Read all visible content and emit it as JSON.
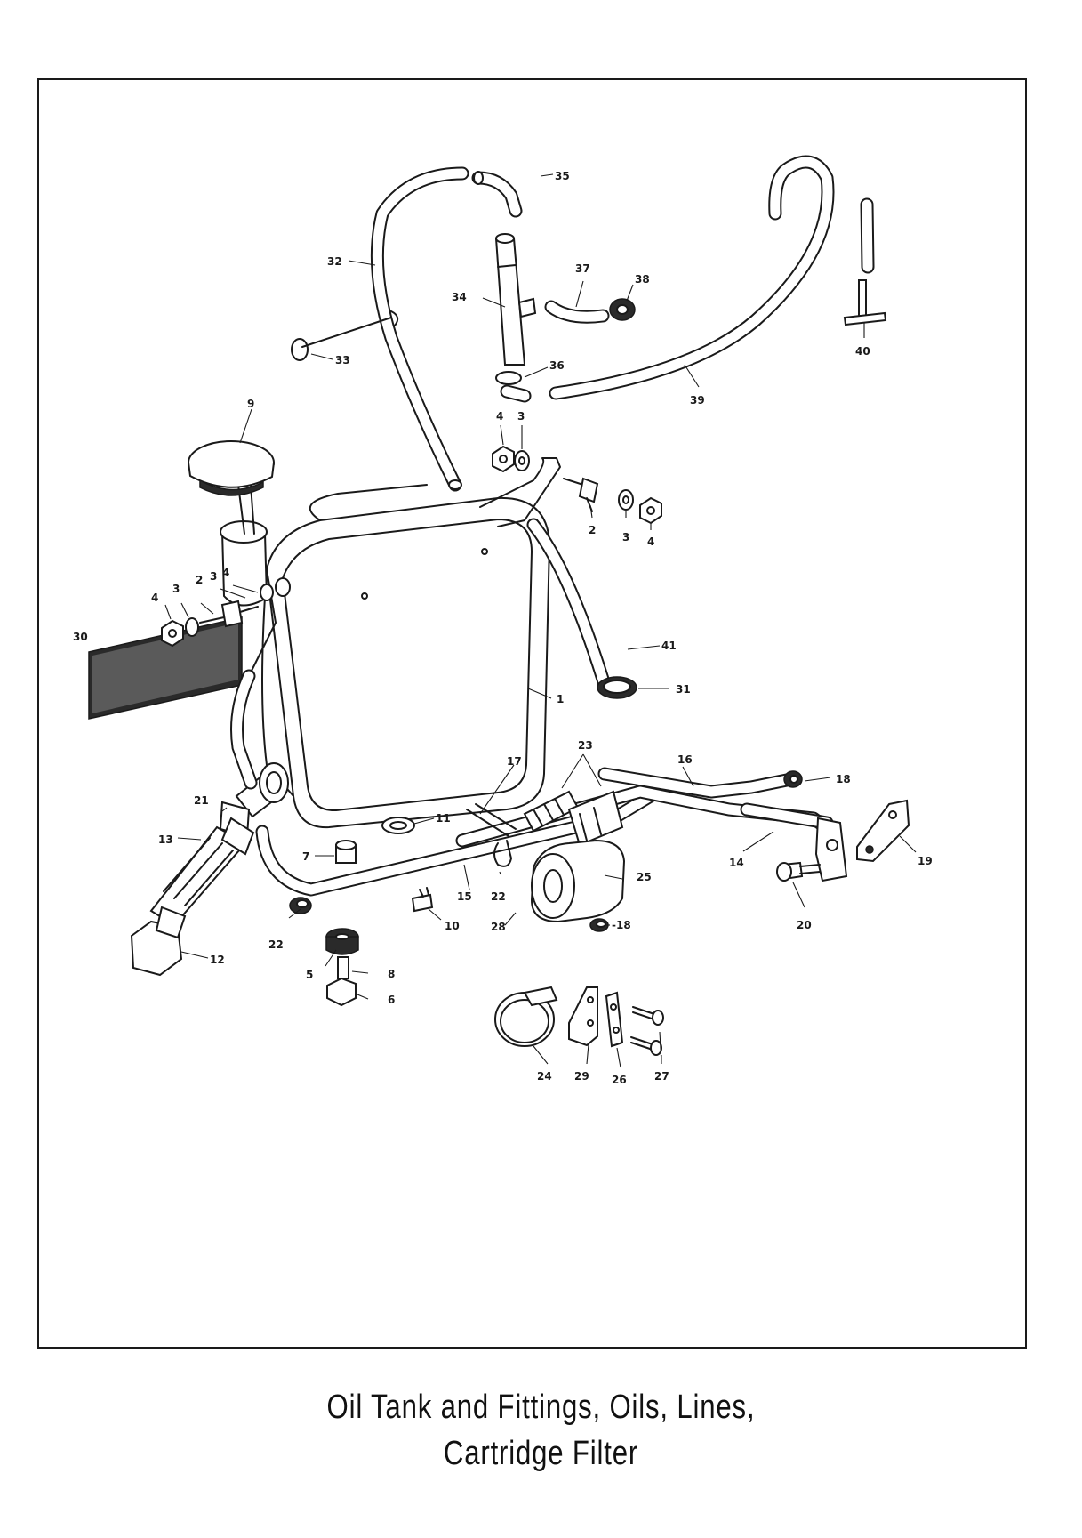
{
  "caption": {
    "line1": "Oil Tank and Fittings, Oils, Lines,",
    "line2": "Cartridge Filter"
  },
  "callouts": {
    "c1": "1",
    "c2a": "2",
    "c2b": "2",
    "c3a": "3",
    "c3b": "3",
    "c3c": "3",
    "c3d": "3",
    "c4a": "4",
    "c4b": "4",
    "c4c": "4",
    "c4d": "4",
    "c5": "5",
    "c6": "6",
    "c7": "7",
    "c8": "8",
    "c9": "9",
    "c10": "10",
    "c11": "11",
    "c12": "12",
    "c13": "13",
    "c14": "14",
    "c15": "15",
    "c16": "16",
    "c17": "17",
    "c18a": "18",
    "c18b": "-18",
    "c19": "19",
    "c20": "20",
    "c21": "21",
    "c22a": "22",
    "c22b": "22",
    "c23": "23",
    "c24": "24",
    "c25": "25",
    "c26": "26",
    "c27": "27",
    "c28": "28",
    "c29": "29",
    "c30": "30",
    "c31": "31",
    "c32": "32",
    "c33": "33",
    "c34": "34",
    "c35": "35",
    "c36": "36",
    "c37": "37",
    "c38": "38",
    "c39": "39",
    "c40": "40",
    "c41": "41"
  },
  "colors": {
    "ink": "#1a1a1a",
    "paper": "#ffffff"
  }
}
